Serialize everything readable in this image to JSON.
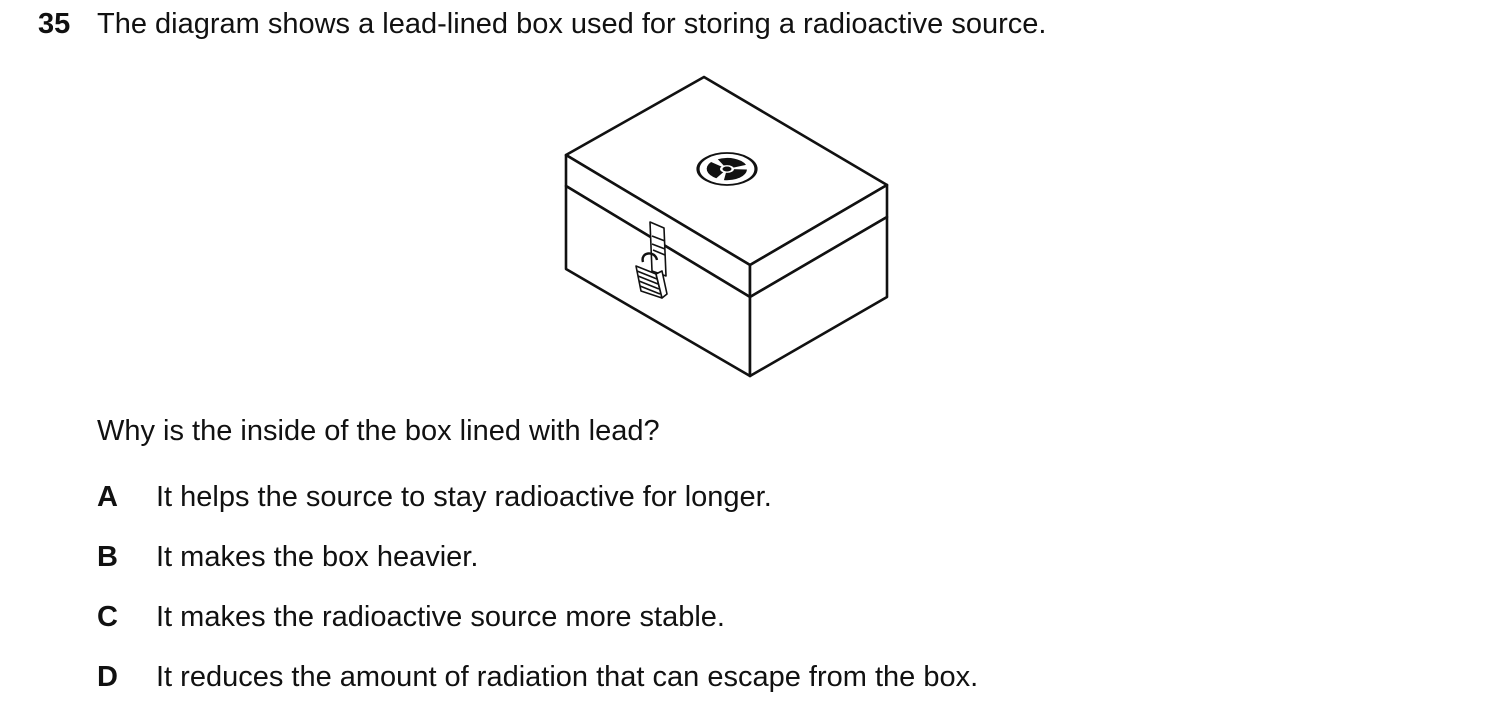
{
  "question": {
    "number": "35",
    "stem": "The diagram shows a lead-lined box used for storing a radioactive source.",
    "prompt": "Why is the inside of the box lined with lead?"
  },
  "diagram": {
    "subject": "lead-lined box with padlock",
    "symbol": "radiation-trefoil-icon"
  },
  "options": [
    {
      "letter": "A",
      "text": "It helps the source to stay radioactive for longer."
    },
    {
      "letter": "B",
      "text": "It makes the box heavier."
    },
    {
      "letter": "C",
      "text": "It makes the radioactive source more stable."
    },
    {
      "letter": "D",
      "text": "It reduces the amount of radiation that can escape from the box."
    }
  ]
}
